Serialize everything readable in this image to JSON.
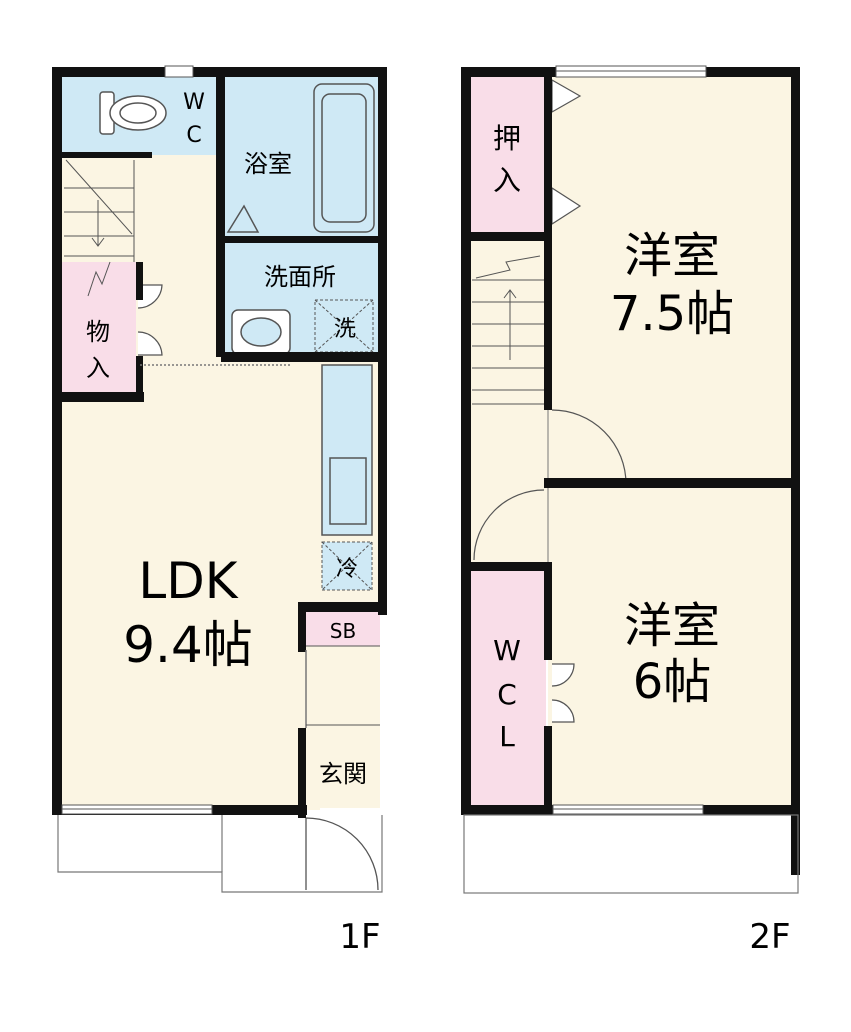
{
  "floor1": {
    "level": "1F",
    "wc": [
      "W",
      "C"
    ],
    "bath": "浴室",
    "washroom": "洗面所",
    "washer": "洗",
    "storage": [
      "物",
      "入"
    ],
    "ldk_name": "LDK",
    "ldk_size": "9.4帖",
    "fridge": "冷",
    "shoebox": "SB",
    "entrance": "玄関"
  },
  "floor2": {
    "level": "2F",
    "closet": [
      "押",
      "入"
    ],
    "room1_name": "洋室",
    "room1_size": "7.5帖",
    "room2_name": "洋室",
    "room2_size": "6帖",
    "wcl": [
      "W",
      "C",
      "L"
    ]
  },
  "colors": {
    "wall": "#111111",
    "floor": "#fbf5e3",
    "wet": "#cfe9f5",
    "storage": "#f9dde8",
    "line": "#555555"
  }
}
